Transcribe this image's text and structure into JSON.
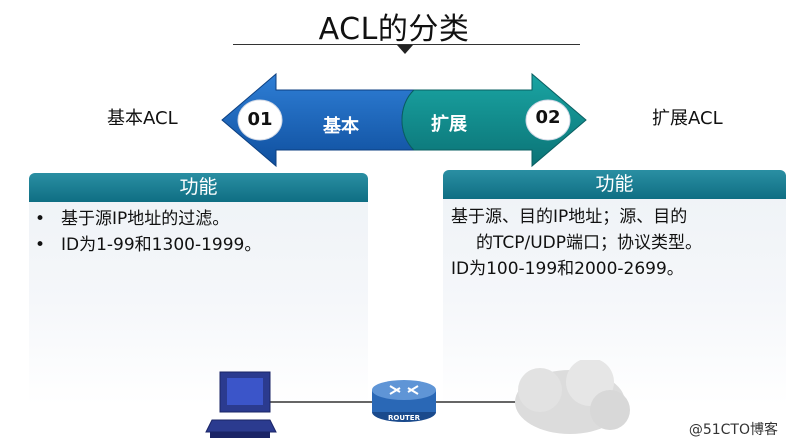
{
  "slide": {
    "title": "ACL的分类",
    "footer": "@51CTO博客"
  },
  "arrows": {
    "left": {
      "number": "01",
      "label": "基本",
      "color": "#1a5fb4"
    },
    "right": {
      "number": "02",
      "label": "扩展",
      "color": "#0e8c8c"
    }
  },
  "basic": {
    "label": "基本ACL",
    "panel_title": "功能",
    "items": [
      "基于源IP地址的过滤。",
      "ID为1-99和1300-1999。"
    ]
  },
  "extended": {
    "label": "扩展ACL",
    "panel_title": "功能",
    "lines": [
      "基于源、目的IP地址；源、目的",
      "的TCP/UDP端口；协议类型。",
      "ID为100-199和2000-2699。"
    ]
  },
  "diagram": {
    "router_label": "ROUTER",
    "icons": [
      "computer-icon",
      "router-icon",
      "cloud-icon"
    ]
  }
}
